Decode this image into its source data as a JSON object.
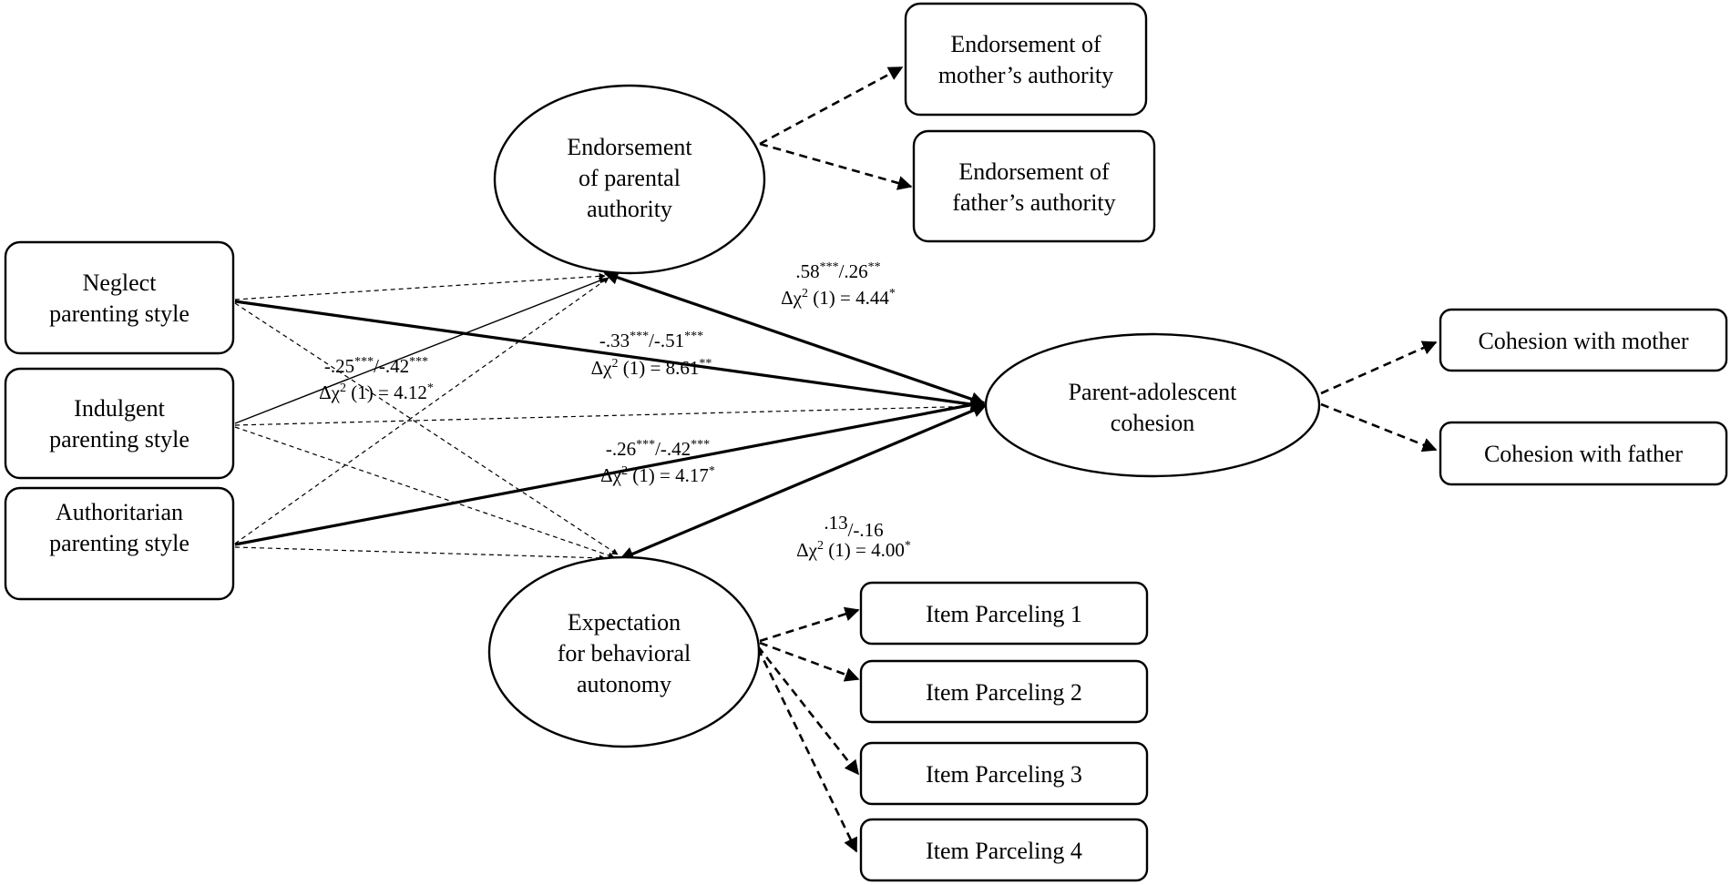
{
  "nodes": {
    "neglect": [
      "Neglect",
      "parenting style"
    ],
    "indulgent": [
      "Indulgent",
      "parenting style"
    ],
    "authoritarian": [
      "Authoritarian",
      "parenting style"
    ],
    "endorsement_parental": [
      "Endorsement",
      "of parental",
      "authority"
    ],
    "expectation_autonomy": [
      "Expectation",
      "for behavioral",
      "autonomy"
    ],
    "cohesion": [
      "Parent-adolescent",
      "cohesion"
    ],
    "endorsement_mother": [
      "Endorsement of",
      "mother’s authority"
    ],
    "endorsement_father": [
      "Endorsement of",
      "father’s authority"
    ],
    "cohesion_mother": [
      "Cohesion with mother"
    ],
    "cohesion_father": [
      "Cohesion with father"
    ],
    "parcel_1": [
      "Item Parceling 1"
    ],
    "parcel_2": [
      "Item Parceling 2"
    ],
    "parcel_3": [
      "Item Parceling 3"
    ],
    "parcel_4": [
      "Item Parceling 4"
    ]
  },
  "path_labels": {
    "endorsement_to_cohesion": {
      "coef_a": ".58",
      "sig_a": "***",
      "sep": "/",
      "coef_b": ".26",
      "sig_b": "**",
      "test_prefix": "Δχ",
      "test_df_sup": "2",
      "test_rest": " (1) = 4.44",
      "test_sig": "*"
    },
    "neglect_to_cohesion": {
      "coef_a": "-.33",
      "sig_a": "***",
      "sep": "/",
      "coef_b": "-.51",
      "sig_b": "***",
      "test_prefix": "Δχ",
      "test_df_sup": "2",
      "test_rest": " (1) = 8.61",
      "test_sig": "**"
    },
    "neglect_to_expectation": {
      "coef_a": "-.25",
      "sig_a": "***",
      "sep": "/",
      "coef_b": "-.42",
      "sig_b": "***",
      "test_prefix": "Δχ",
      "test_df_sup": "2",
      "test_rest": " (1) = 4.12",
      "test_sig": "*"
    },
    "authoritarian_to_cohesion": {
      "coef_a": "-.26",
      "sig_a": "***",
      "sep": "/",
      "coef_b": "-.42",
      "sig_b": "***",
      "test_prefix": "Δχ",
      "test_df_sup": "2",
      "test_rest": " (1) = 4.17",
      "test_sig": "*"
    },
    "expectation_to_cohesion": {
      "coef_a": ".13",
      "sig_a": "",
      "sep": "/",
      "coef_b": "-.16",
      "sig_b": "",
      "test_prefix": "Δχ",
      "test_df_sup": "2",
      "test_rest": " (1) = 4.00",
      "test_sig": "*"
    }
  }
}
